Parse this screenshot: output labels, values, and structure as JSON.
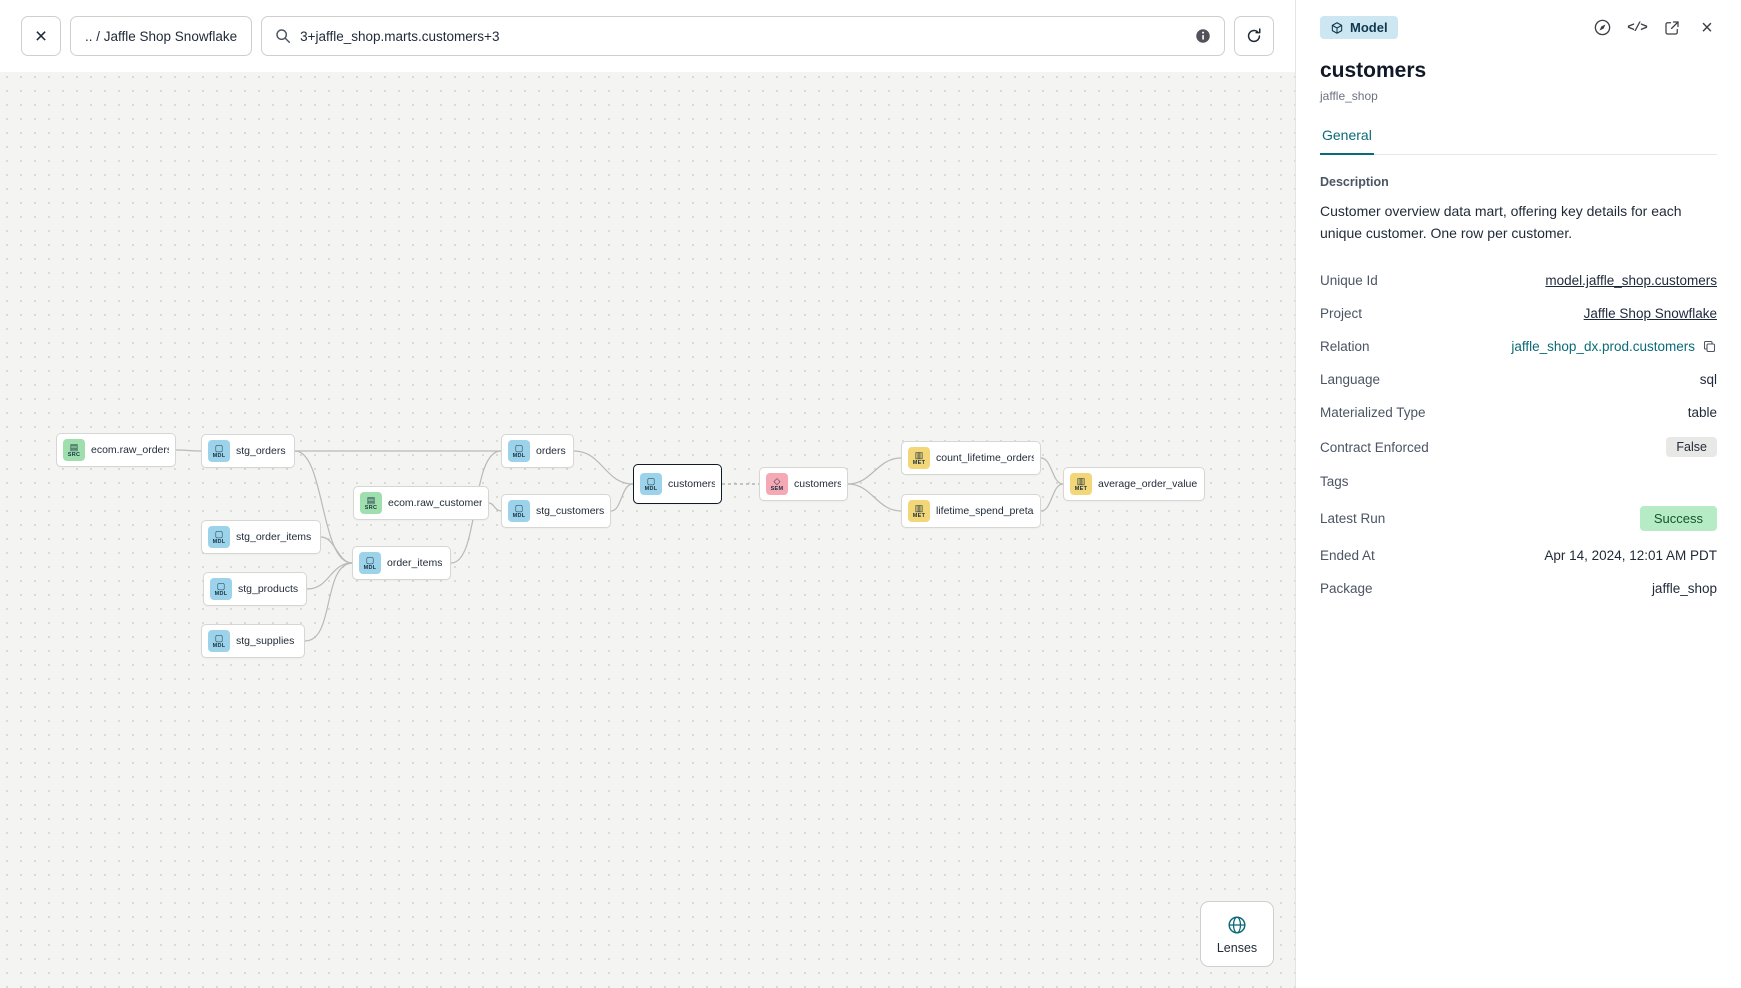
{
  "topbar": {
    "breadcrumb": ".. / Jaffle Shop Snowflake",
    "search_value": "3+jaffle_shop.marts.customers+3"
  },
  "canvas": {
    "lenses_label": "Lenses"
  },
  "graph": {
    "nodes": [
      {
        "label": "ecom.raw_orders",
        "type": "SRC"
      },
      {
        "label": "stg_orders",
        "type": "MDL"
      },
      {
        "label": "ecom.raw_customers",
        "type": "SRC"
      },
      {
        "label": "stg_order_items",
        "type": "MDL"
      },
      {
        "label": "stg_products",
        "type": "MDL"
      },
      {
        "label": "stg_supplies",
        "type": "MDL"
      },
      {
        "label": "order_items",
        "type": "MDL"
      },
      {
        "label": "orders",
        "type": "MDL"
      },
      {
        "label": "stg_customers",
        "type": "MDL"
      },
      {
        "label": "customers",
        "type": "MDL"
      },
      {
        "label": "customers",
        "type": "SEM"
      },
      {
        "label": "count_lifetime_orders",
        "type": "MET"
      },
      {
        "label": "lifetime_spend_pretax",
        "type": "MET"
      },
      {
        "label": "average_order_value",
        "type": "MET"
      }
    ]
  },
  "panel": {
    "badge": "Model",
    "title": "customers",
    "subtitle": "jaffle_shop",
    "tab_general": "General",
    "description_heading": "Description",
    "description_text": "Customer overview data mart, offering key details for each unique customer. One row per customer.",
    "fields": {
      "unique_id": {
        "label": "Unique Id",
        "value": "model.jaffle_shop.customers"
      },
      "project": {
        "label": "Project",
        "value": "Jaffle Shop Snowflake"
      },
      "relation": {
        "label": "Relation",
        "value": "jaffle_shop_dx.prod.customers"
      },
      "language": {
        "label": "Language",
        "value": "sql"
      },
      "materialized": {
        "label": "Materialized Type",
        "value": "table"
      },
      "contract": {
        "label": "Contract Enforced",
        "value": "False"
      },
      "tags": {
        "label": "Tags",
        "value": ""
      },
      "latest_run": {
        "label": "Latest Run",
        "value": "Success"
      },
      "ended_at": {
        "label": "Ended At",
        "value": "Apr 14, 2024, 12:01 AM PDT"
      },
      "package": {
        "label": "Package",
        "value": "jaffle_shop"
      }
    }
  },
  "colors": {
    "accent_teal": "#0b6a78",
    "model_chip": "#9cd3ea",
    "source_chip": "#9fdfae",
    "semantic_chip": "#f4a9b4",
    "metric_chip": "#f3d678",
    "success_badge": "#b5ecc6",
    "model_badge": "#cde7f2"
  }
}
